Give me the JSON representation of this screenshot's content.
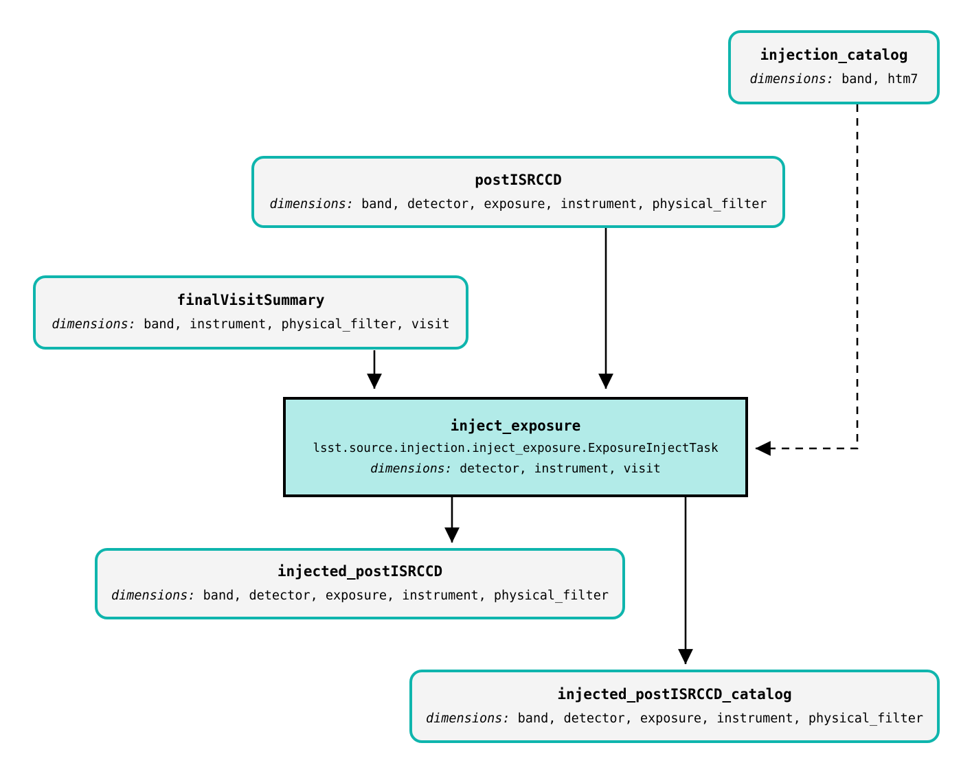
{
  "diagram": {
    "kind": "pipeline-quantum-graph",
    "background_color": "#ffffff",
    "dataset_border_color": "#0fb5ad",
    "dataset_fill_color": "#f4f4f4",
    "task_border_color": "#000000",
    "task_fill_color": "#b2ebe8",
    "edge_color": "#000000",
    "dimensions_label": "dimensions:"
  },
  "nodes": {
    "injection_catalog": {
      "title": "injection_catalog",
      "dims_label": "dimensions:",
      "dims_value": " band, htm7",
      "type": "dataset"
    },
    "postISRCCD": {
      "title": "postISRCCD",
      "dims_label": "dimensions:",
      "dims_value": " band, detector, exposure, instrument, physical_filter",
      "type": "dataset"
    },
    "finalVisitSummary": {
      "title": "finalVisitSummary",
      "dims_label": "dimensions:",
      "dims_value": " band, instrument, physical_filter, visit",
      "type": "dataset"
    },
    "inject_exposure": {
      "title": "inject_exposure",
      "task_path": "lsst.source.injection.inject_exposure.ExposureInjectTask",
      "dims_label": "dimensions:",
      "dims_value": " detector, instrument, visit",
      "type": "task"
    },
    "injected_postISRCCD": {
      "title": "injected_postISRCCD",
      "dims_label": "dimensions:",
      "dims_value": " band, detector, exposure, instrument, physical_filter",
      "type": "dataset"
    },
    "injected_postISRCCD_catalog": {
      "title": "injected_postISRCCD_catalog",
      "dims_label": "dimensions:",
      "dims_value": " band, detector, exposure, instrument, physical_filter",
      "type": "dataset"
    }
  },
  "edges": [
    {
      "from": "postISRCCD",
      "to": "inject_exposure",
      "style": "solid",
      "arrow": "down"
    },
    {
      "from": "finalVisitSummary",
      "to": "inject_exposure",
      "style": "solid",
      "arrow": "down"
    },
    {
      "from": "injection_catalog",
      "to": "inject_exposure",
      "style": "dashed",
      "arrow": "left"
    },
    {
      "from": "inject_exposure",
      "to": "injected_postISRCCD",
      "style": "solid",
      "arrow": "down"
    },
    {
      "from": "inject_exposure",
      "to": "injected_postISRCCD_catalog",
      "style": "solid",
      "arrow": "down"
    }
  ]
}
